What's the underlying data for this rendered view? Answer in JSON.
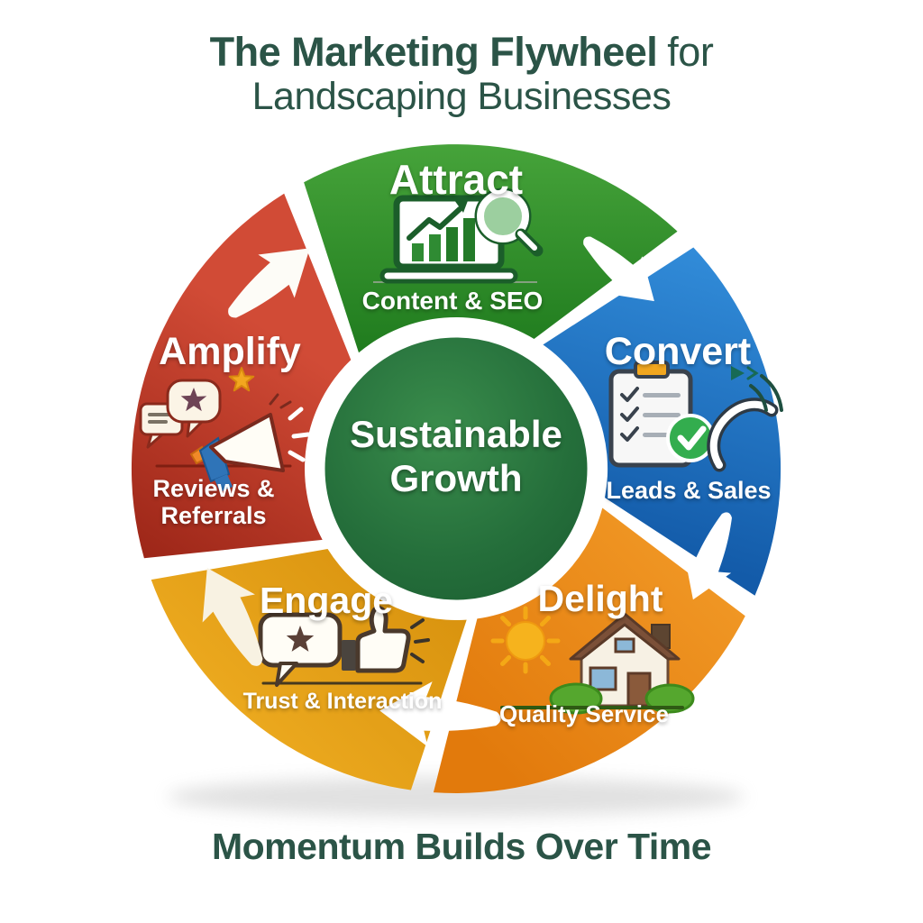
{
  "title": {
    "line1_bold": "The Marketing Flywheel",
    "line1_rest": "for",
    "line2": "Landscaping Businesses"
  },
  "center": {
    "label": "Sustainable Growth",
    "color": "#23693a"
  },
  "footer": {
    "text": "Momentum Builds Over Time"
  },
  "segments": [
    {
      "id": "attract",
      "label": "Attract",
      "sublabel": "Content & SEO",
      "color": "#2f8d27",
      "icon": "laptop-analytics-search-icon"
    },
    {
      "id": "convert",
      "label": "Convert",
      "sublabel": "Leads & Sales",
      "color": "#1f6fc5",
      "icon": "clipboard-checklist-phone-icon"
    },
    {
      "id": "delight",
      "label": "Delight",
      "sublabel": "Quality Service",
      "color": "#ee8c1d",
      "icon": "house-sun-landscape-icon"
    },
    {
      "id": "engage",
      "label": "Engage",
      "sublabel": "Trust & Interaction",
      "color": "#e6a31a",
      "icon": "review-bubble-thumbsup-icon"
    },
    {
      "id": "amplify",
      "label": "Amplify",
      "sublabel": "Reviews & Referrals",
      "color": "#bf3a2a",
      "icon": "megaphone-reviews-icon"
    }
  ],
  "flow": {
    "direction": "clockwise",
    "arrow_count": 5,
    "arrow_color": "#ffffff"
  },
  "text_color_headings": "#2b5447"
}
